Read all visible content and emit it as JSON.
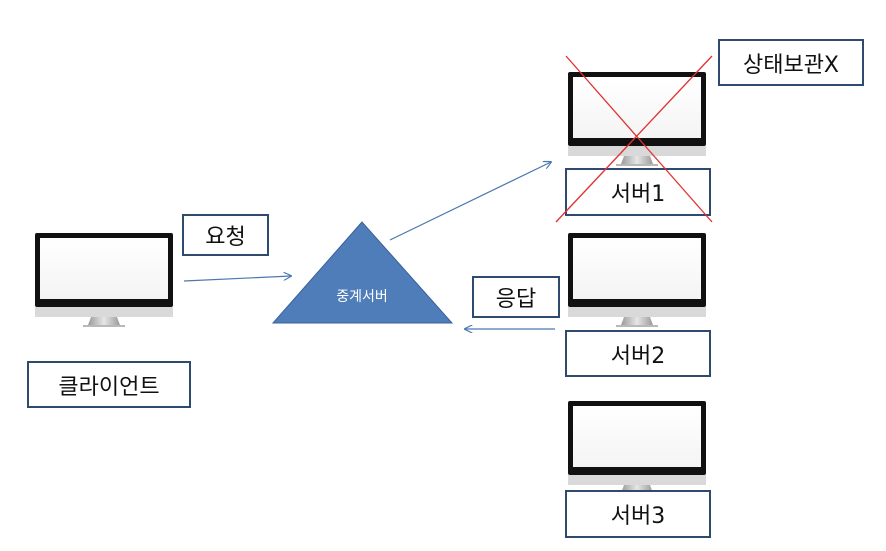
{
  "diagram": {
    "client": {
      "label": "클라이언트"
    },
    "request": {
      "label": "요청"
    },
    "response": {
      "label": "응답"
    },
    "relay": {
      "label": "중계서버"
    },
    "stateless": {
      "label": "상태보관X"
    },
    "servers": [
      {
        "label": "서버1"
      },
      {
        "label": "서버2"
      },
      {
        "label": "서버3"
      }
    ]
  },
  "colors": {
    "box_border": "#2f4a6f",
    "arrow": "#4a78b0",
    "relay_fill": "#4f7dba",
    "cross": "#e03030"
  }
}
